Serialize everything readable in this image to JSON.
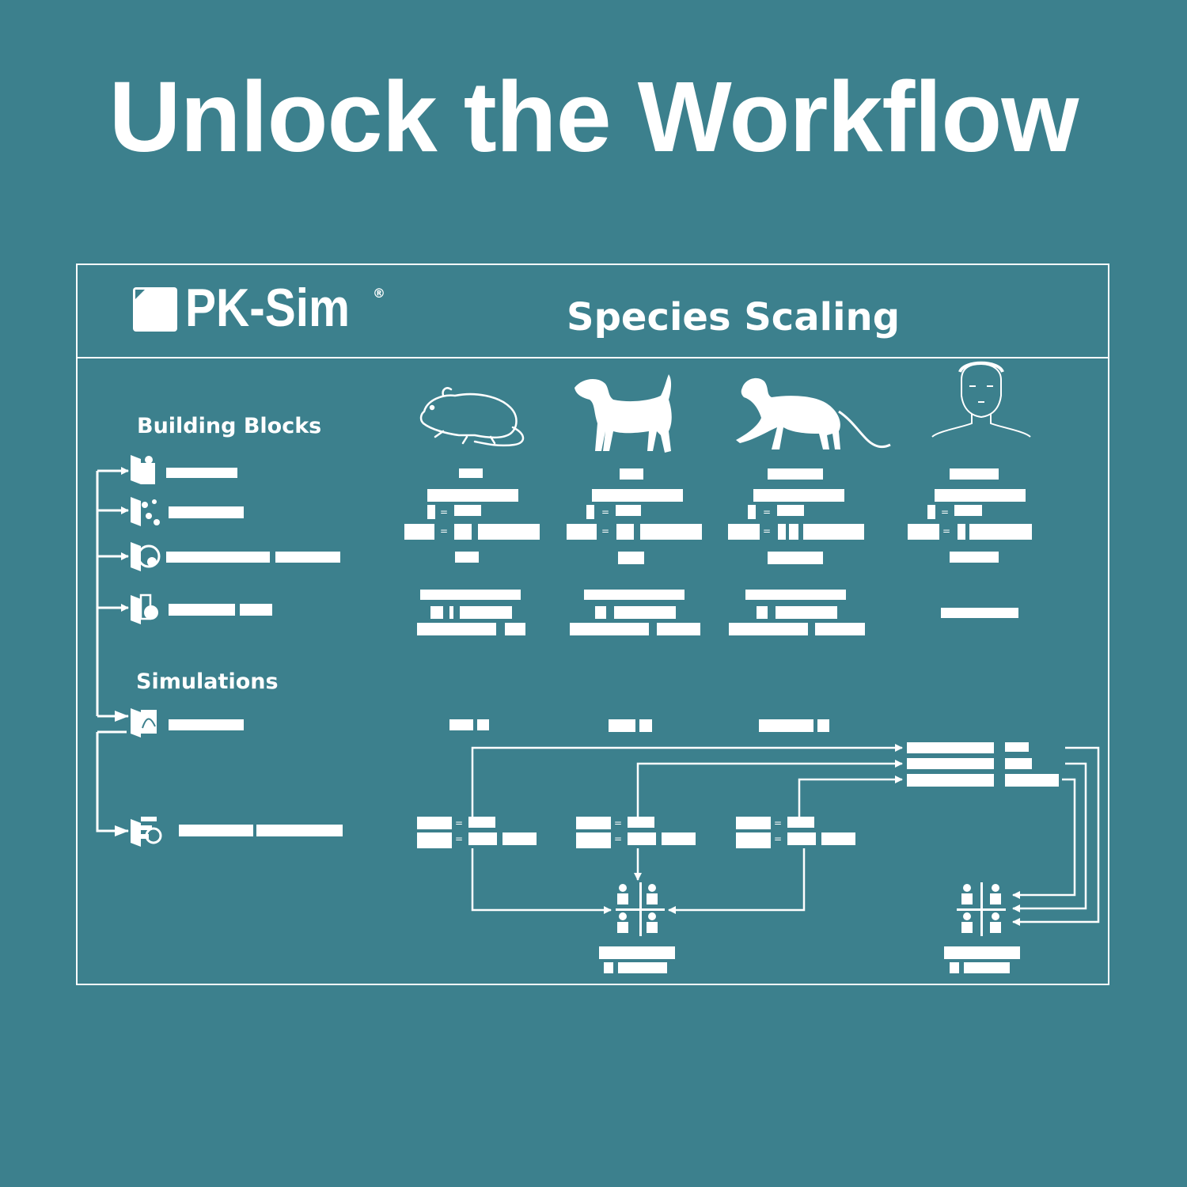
{
  "headline": "Unlock the Workflow",
  "logo": {
    "text": "PK-Sim",
    "mark": "®"
  },
  "panel_title": "Species Scaling",
  "sections": {
    "building_blocks": "Building Blocks",
    "simulations": "Simulations"
  },
  "species": [
    "rat-icon",
    "dog-icon",
    "monkey-icon",
    "human-icon"
  ],
  "building_block_icons": [
    "individual-icon",
    "compound-icon",
    "formulation-icon",
    "administration-protocol-icon"
  ],
  "simulation_icons": [
    "simulation-icon",
    "population-simulation-icon"
  ],
  "colors": {
    "background": "#3c808d",
    "foreground": "#ffffff"
  }
}
